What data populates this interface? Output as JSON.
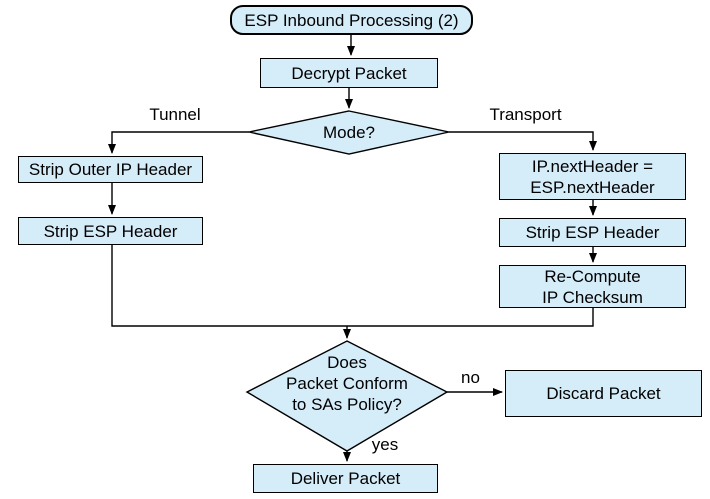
{
  "diagram_title": "ESP Inbound Processing (2)",
  "nodes": {
    "start": {
      "label": "ESP Inbound Processing (2)"
    },
    "decrypt": {
      "label": "Decrypt Packet"
    },
    "mode_decision": {
      "label": "Mode?"
    },
    "strip_outer_ip": {
      "label": "Strip Outer IP Header"
    },
    "strip_esp_tunnel": {
      "label": "Strip ESP Header"
    },
    "ip_next_header": {
      "lines": [
        "IP.nextHeader =",
        "ESP.nextHeader"
      ]
    },
    "strip_esp_transport": {
      "label": "Strip ESP Header"
    },
    "recompute_checksum": {
      "lines": [
        "Re-Compute",
        "IP Checksum"
      ]
    },
    "policy_decision": {
      "lines": [
        "Does",
        "Packet Conform",
        "to SAs Policy?"
      ]
    },
    "discard": {
      "label": "Discard Packet"
    },
    "deliver": {
      "label": "Deliver Packet"
    }
  },
  "edge_labels": {
    "tunnel": "Tunnel",
    "transport": "Transport",
    "no": "no",
    "yes": "yes"
  },
  "colors": {
    "node_fill": "#d5ecf9",
    "node_border": "#000000",
    "line": "#000000",
    "text": "#000000",
    "background": "#ffffff"
  }
}
